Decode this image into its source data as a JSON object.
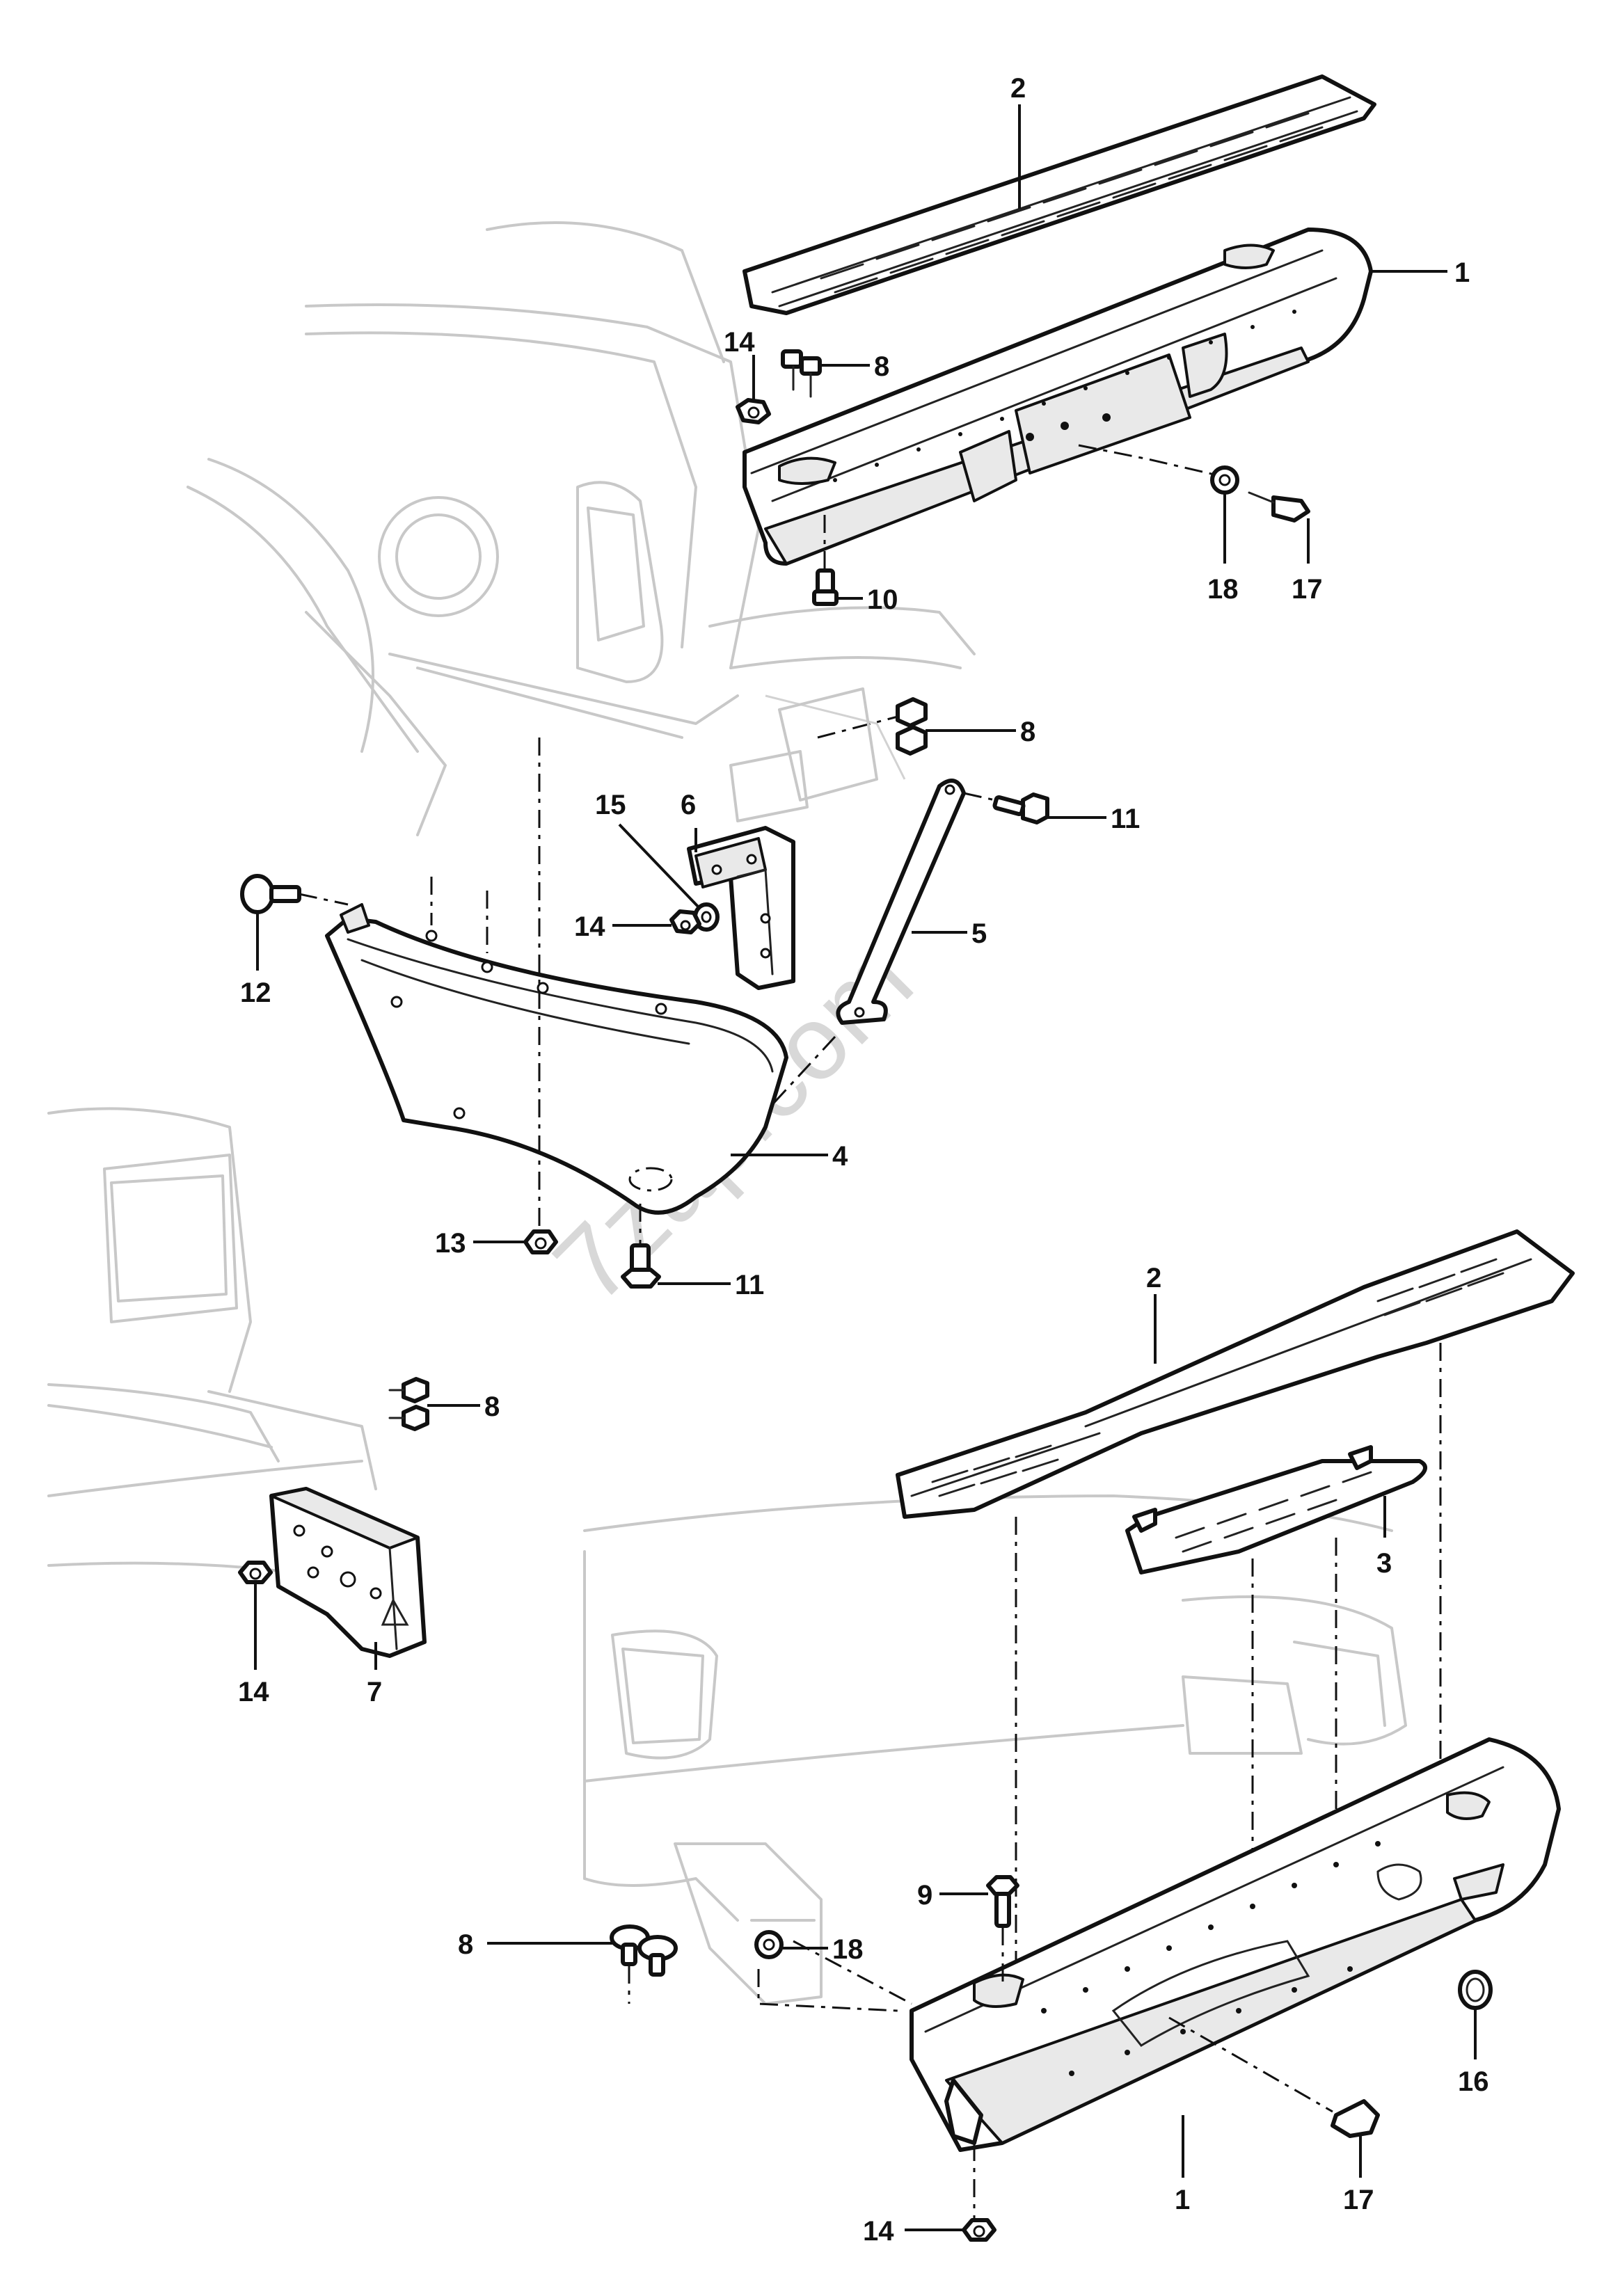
{
  "watermark": "7zap.com",
  "callouts": {
    "c1": "1",
    "c2": "2",
    "c14a": "14",
    "c8a": "8",
    "c10": "10",
    "c18a": "18",
    "c17a": "17",
    "c8b": "8",
    "c11a": "11",
    "c6": "6",
    "c15": "15",
    "c14b": "14",
    "c5": "5",
    "c12": "12",
    "c4": "4",
    "c13": "13",
    "c11b": "11",
    "c8c": "8",
    "c14c": "14",
    "c7": "7",
    "c2b": "2",
    "c3": "3",
    "c9": "9",
    "c8d": "8",
    "c18b": "18",
    "c16": "16",
    "c14d": "14",
    "c1b": "1",
    "c17b": "17"
  }
}
